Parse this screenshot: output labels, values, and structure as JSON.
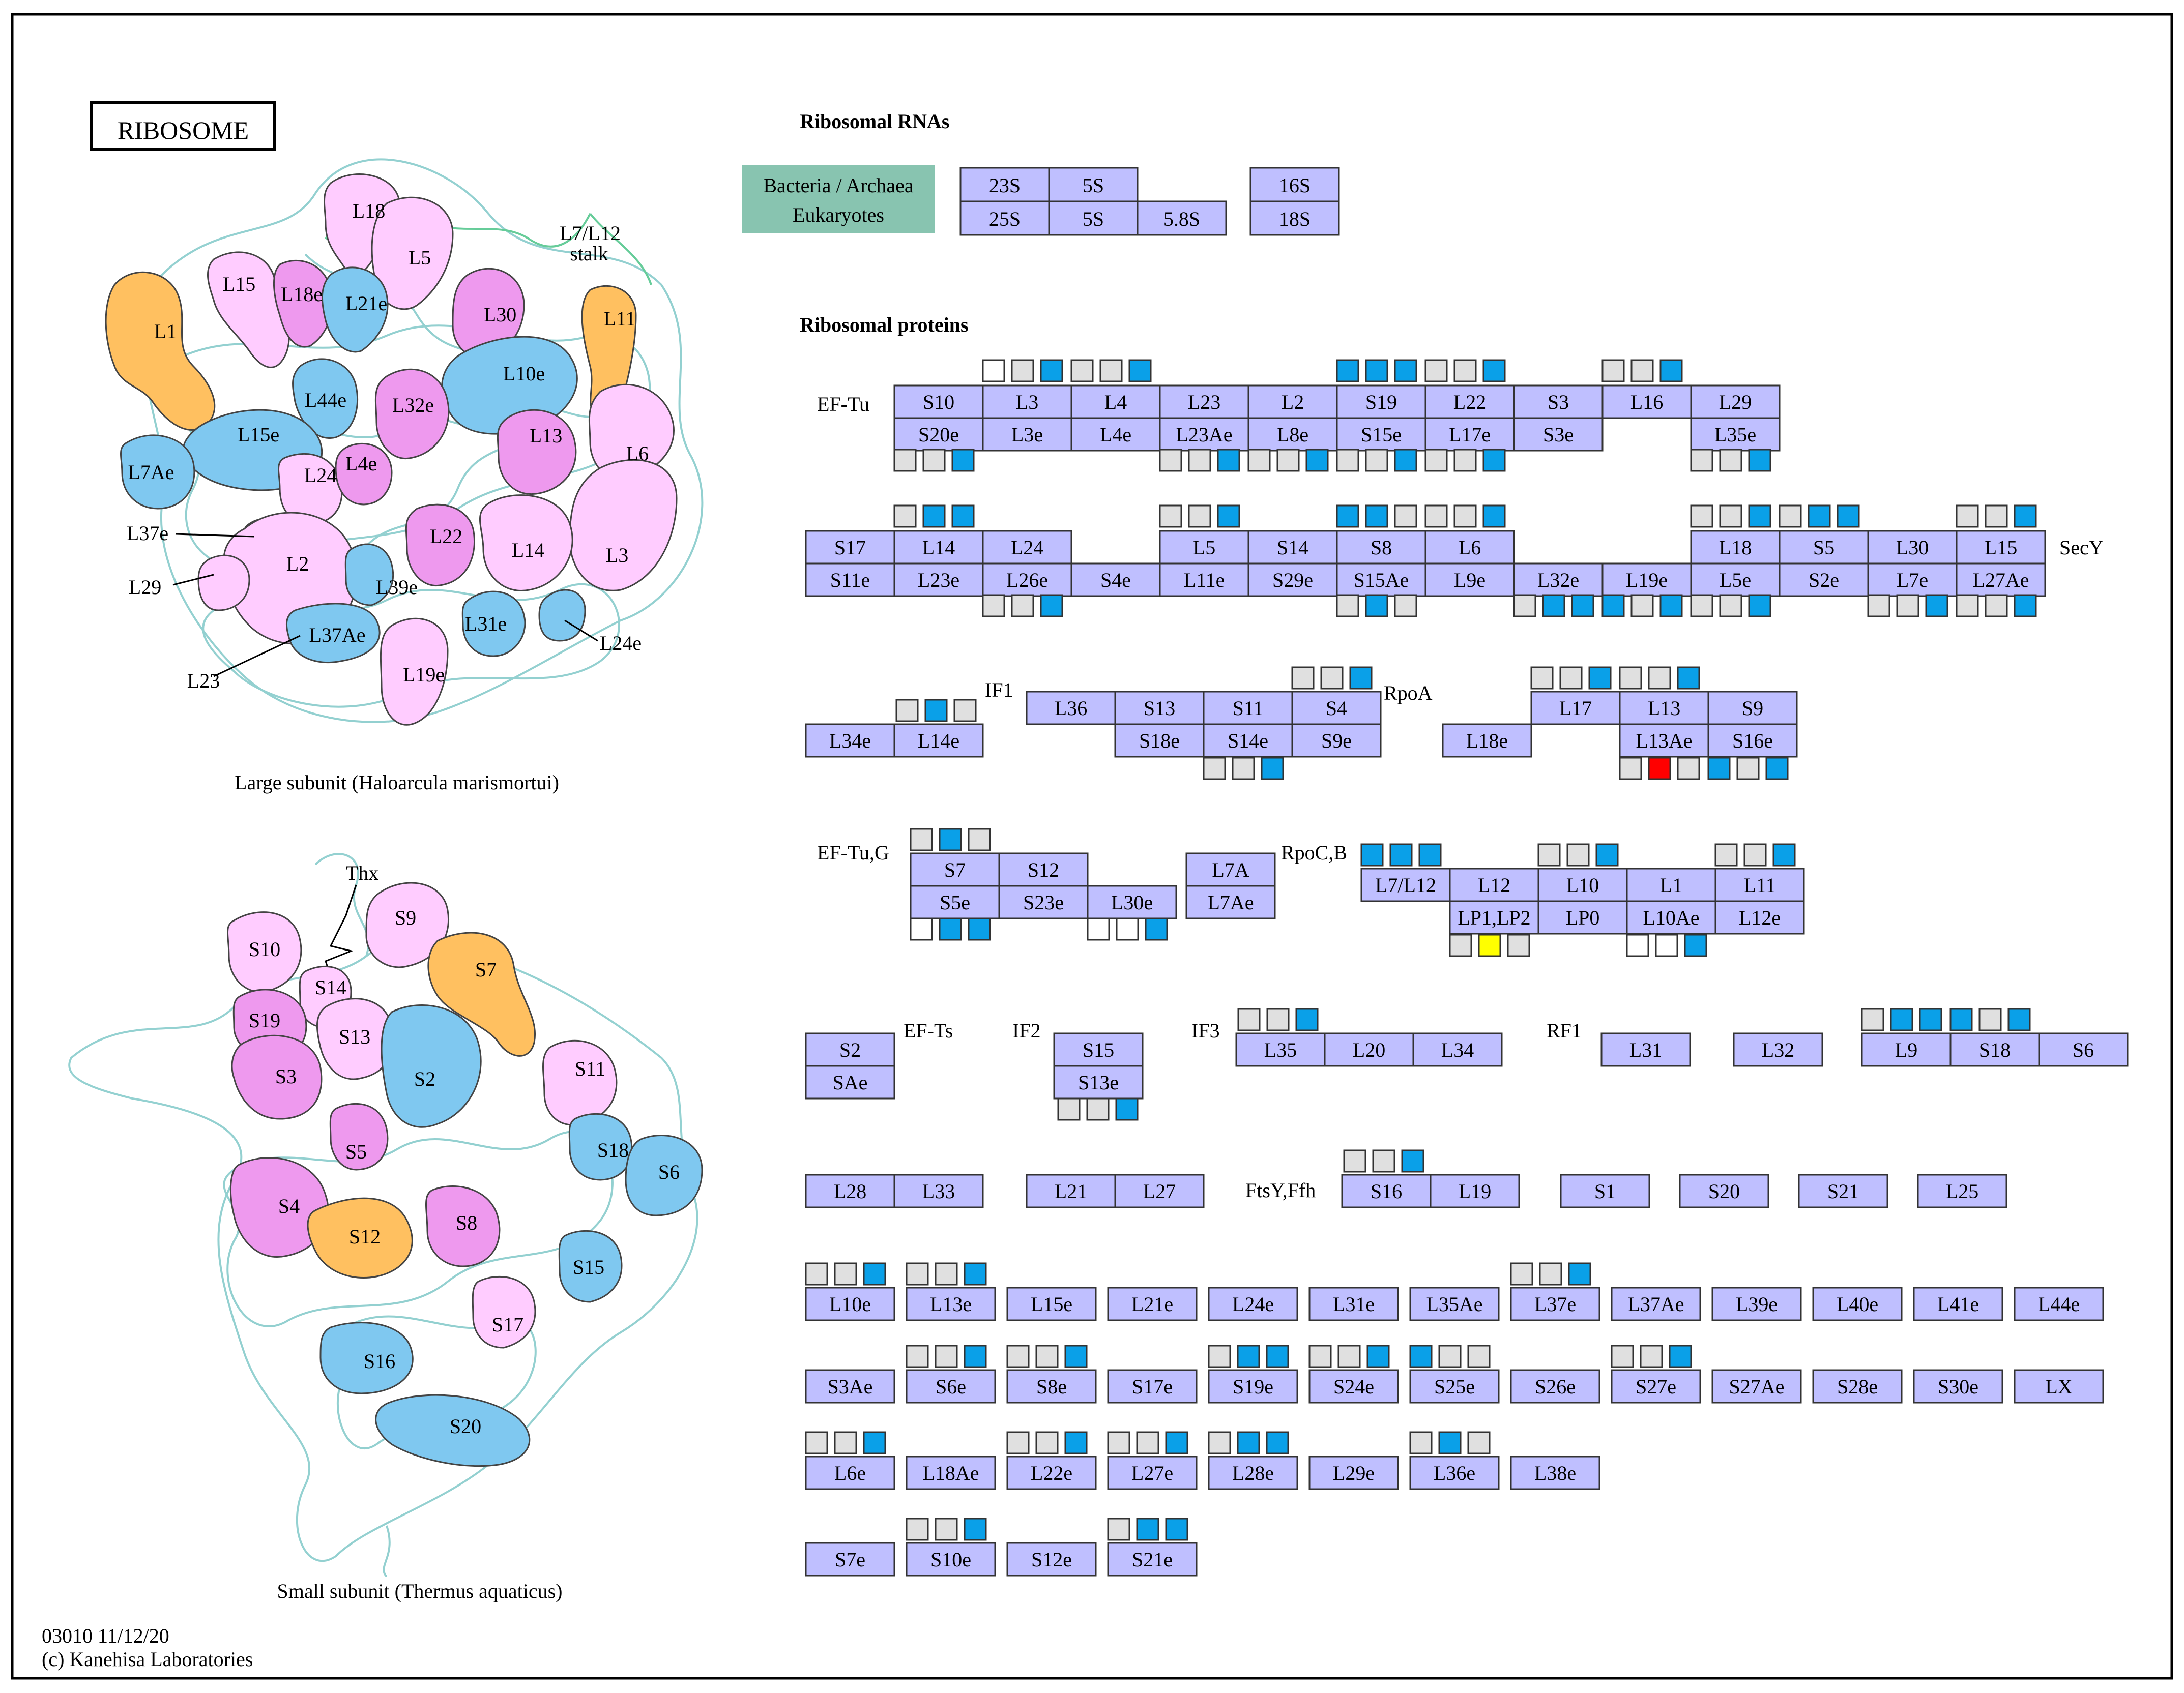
{
  "title": "RIBOSOME",
  "colors": {
    "gene_fill": "#bfbfff",
    "rna_legend_fill": "#88c4b0",
    "pink_light": "#ffccff",
    "pink_dark": "#ee99ee",
    "blue": "#7fc8f0",
    "orange": "#ffc060",
    "rna_strand": "#88cccc",
    "rna_strand_green": "#66cc99",
    "sq_gray": "#e0e0e0",
    "sq_blue": "#0aa0e8",
    "sq_red": "#ff0000",
    "sq_yellow": "#ffff00"
  },
  "structures": {
    "large_caption": "Large subunit (Haloarcula marismortui)",
    "small_caption": "Small subunit (Thermus aquaticus)",
    "large_labels": [
      "L18",
      "L5",
      "L7/L12",
      "stalk",
      "L15",
      "L18e",
      "L21e",
      "L30",
      "L11",
      "L1",
      "L44e",
      "L32e",
      "L10e",
      "L15e",
      "L24",
      "L4e",
      "L13",
      "L6",
      "L7Ae",
      "L37e",
      "L22",
      "L14",
      "L3",
      "L2",
      "L29",
      "L39e",
      "L31e",
      "L24e",
      "L37Ae",
      "L19e",
      "L23"
    ],
    "small_labels": [
      "Thx",
      "S9",
      "S10",
      "S7",
      "S14",
      "S19",
      "S13",
      "S3",
      "S2",
      "S11",
      "S5",
      "S18",
      "S6",
      "S4",
      "S12",
      "S8",
      "S15",
      "S17",
      "S16",
      "S20"
    ]
  },
  "rna": {
    "heading": "Ribosomal RNAs",
    "legend": [
      "Bacteria / Archaea",
      "Eukaryotes"
    ],
    "row1": [
      "23S",
      "5S",
      "16S"
    ],
    "row2": [
      "25S",
      "5S",
      "5.8S",
      "18S"
    ]
  },
  "proteins": {
    "heading": "Ribosomal proteins",
    "labels": [
      "EF-Tu",
      "SecY",
      "IF1",
      "RpoA",
      "EF-Tu,G",
      "RpoC,B",
      "EF-Ts",
      "IF2",
      "IF3",
      "RF1",
      "FtsY,Ffh"
    ],
    "row1_top": [
      "S10",
      "L3",
      "L4",
      "L23",
      "L2",
      "S19",
      "L22",
      "S3",
      "L16",
      "L29"
    ],
    "row1_bottom": [
      "S20e",
      "L3e",
      "L4e",
      "L23Ae",
      "L8e",
      "S15e",
      "L17e",
      "S3e",
      "L35e"
    ],
    "row2_top": [
      "S17",
      "L14",
      "L24",
      "L5",
      "S14",
      "S8",
      "L6",
      "L18",
      "S5",
      "L30",
      "L15"
    ],
    "row2_bottom": [
      "S11e",
      "L23e",
      "L26e",
      "S4e",
      "L11e",
      "S29e",
      "S15Ae",
      "L9e",
      "L32e",
      "L19e",
      "L5e",
      "S2e",
      "L7e",
      "L27Ae"
    ],
    "row3": [
      "L34e",
      "L14e",
      "L36",
      "S13",
      "S11",
      "S4",
      "S18e",
      "S14e",
      "S9e",
      "L18e",
      "L17",
      "L13",
      "S9",
      "L13Ae",
      "S16e"
    ],
    "row4": [
      "S7",
      "S12",
      "L7A",
      "S5e",
      "S23e",
      "L30e",
      "L7Ae",
      "L7/L12",
      "L12",
      "L10",
      "L1",
      "L11",
      "LP1,LP2",
      "LP0",
      "L10Ae",
      "L12e"
    ],
    "row5": [
      "S2",
      "SAe",
      "S15",
      "S13e",
      "L35",
      "L20",
      "L34",
      "L31",
      "L32",
      "L9",
      "S18",
      "S6"
    ],
    "row6": [
      "L28",
      "L33",
      "L21",
      "L27",
      "S16",
      "L19",
      "S1",
      "S20",
      "S21",
      "L25"
    ],
    "row7": [
      "L10e",
      "L13e",
      "L15e",
      "L21e",
      "L24e",
      "L31e",
      "L35Ae",
      "L37e",
      "L37Ae",
      "L39e",
      "L40e",
      "L41e",
      "L44e"
    ],
    "row8": [
      "S3Ae",
      "S6e",
      "S8e",
      "S17e",
      "S19e",
      "S24e",
      "S25e",
      "S26e",
      "S27e",
      "S27Ae",
      "S28e",
      "S30e",
      "LX"
    ],
    "row9": [
      "L6e",
      "L18Ae",
      "L22e",
      "L27e",
      "L28e",
      "L29e",
      "L36e",
      "L38e"
    ],
    "row10": [
      "S7e",
      "S10e",
      "S12e",
      "S21e"
    ]
  },
  "footer": {
    "line1": "03010 11/12/20",
    "line2": "(c) Kanehisa Laboratories"
  }
}
